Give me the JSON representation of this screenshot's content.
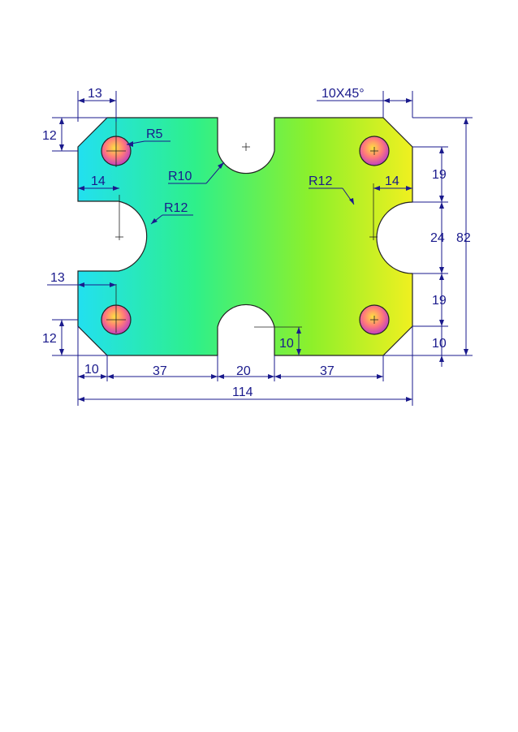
{
  "drawing": {
    "part": {
      "gradient_colors": [
        "#22e0f0",
        "#2ef08a",
        "#8ef02a",
        "#f0f020"
      ],
      "outline_color": "#222222",
      "hole_colors": [
        "#ffe040",
        "#ff7a7a",
        "#c040c0"
      ]
    },
    "dimension_color": "#1a1a8c",
    "labels": {
      "top_left_hole_x": "13",
      "top_left_hole_y": "12",
      "chamfer": "10X45°",
      "hole_radius": "R5",
      "top_notch_radius": "R10",
      "left_notch_radius": "R12",
      "left_notch_offset": "14",
      "right_notch_radius": "R12",
      "right_notch_offset": "14",
      "bottom_left_hole_x": "13",
      "bottom_left_hole_y": "12",
      "bottom_notch_depth": "10",
      "right_top_segment": "19",
      "right_notch_width": "24",
      "overall_height": "82",
      "right_bottom_segment": "19",
      "right_chamfer": "10",
      "bottom_chamfer": "10",
      "bottom_left_segment": "37",
      "bottom_notch_width": "20",
      "bottom_right_segment": "37",
      "overall_width": "114"
    }
  }
}
